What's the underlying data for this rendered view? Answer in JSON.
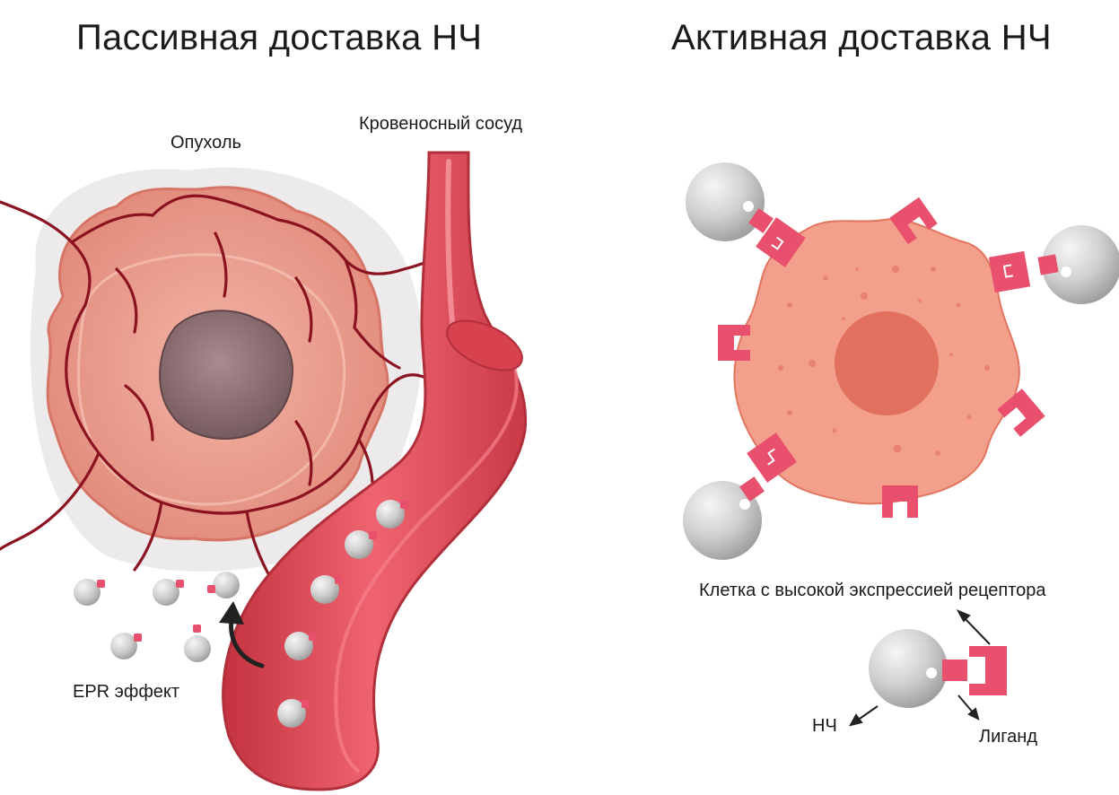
{
  "passive": {
    "heading": "Пассивная доставка НЧ",
    "tumor_label": "Опухоль",
    "vessel_label": "Кровеносный сосуд",
    "epr_label": "EPR эффект"
  },
  "active": {
    "heading": "Активная доставка НЧ",
    "cell_label": "Клетка с высокой экспрессией рецептора",
    "np_label": "НЧ",
    "ligand_label": "Лиганд"
  },
  "colors": {
    "vessel": "#e04a58",
    "tumor": "#ec9b8d",
    "necrotic_core": "#8a6a6e",
    "capillary": "#8b1220",
    "cell": "#f2a08c",
    "nucleus": "#e2705e",
    "receptor": "#e8506e",
    "nanoparticle": "#c8c8c8"
  }
}
